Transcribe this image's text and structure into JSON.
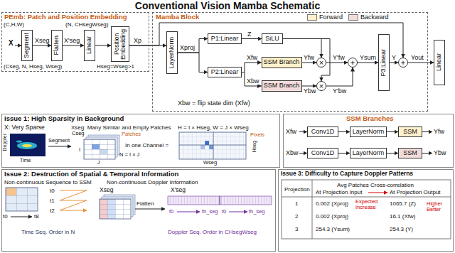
{
  "diagram": {
    "title": "Conventional Vision Mamba Schematic",
    "nodes": [
      {
        "text": [
          "PEmb: Patch and Position Embedding"
        ]
      },
      {
        "text": [
          "Segment"
        ],
        "in": 0
      },
      {
        "text": [
          "Flatten"
        ],
        "in": 0
      },
      {
        "text": [
          "Linear"
        ],
        "in": 0
      },
      {
        "text": [
          "Position Embedding"
        ],
        "in": 0
      },
      {
        "text": [
          "Mamba Block"
        ]
      },
      {
        "text": [
          "LayerNorm"
        ],
        "in": 5
      },
      {
        "text": [
          "P1:Linear"
        ],
        "in": 5
      },
      {
        "text": [
          "SiLU"
        ],
        "in": 5
      },
      {
        "text": [
          "P2:Linear"
        ],
        "in": 5
      },
      {
        "text": [
          "SSM Branch"
        ],
        "in": 5
      },
      {
        "text": [
          "SSM Branch"
        ],
        "in": 5
      },
      {
        "text": [
          "×"
        ],
        "in": 5
      },
      {
        "text": [
          "×"
        ],
        "in": 5
      },
      {
        "text": [
          "+"
        ],
        "in": 5
      },
      {
        "text": [
          "P3:Linear"
        ],
        "in": 5
      },
      {
        "text": [
          "+"
        ],
        "in": 5
      },
      {
        "text": [
          "Linear"
        ]
      },
      {
        "text": [
          "Issue 1: High Sparsity in Background"
        ]
      },
      {
        "text": [
          "SSM Branches"
        ]
      },
      {
        "text": [
          "Conv1D"
        ],
        "in": 19
      },
      {
        "text": [
          "LayerNorm"
        ],
        "in": 19
      },
      {
        "text": [
          "SSM"
        ],
        "in": 19
      },
      {
        "text": [
          "Conv1D"
        ],
        "in": 19
      },
      {
        "text": [
          "LayerNorm"
        ],
        "in": 19
      },
      {
        "text": [
          "SSM"
        ],
        "in": 19
      },
      {
        "text": [
          "Issue 2: Destruction of Spatial & Temporal Information"
        ]
      },
      {
        "text": [
          "Issue 3: Difficulty to Capture Doppler Patterns"
        ]
      }
    ],
    "edges": [
      {
        "from": 1,
        "to": 2,
        "label": "Xseg",
        "arrow": "to"
      },
      {
        "from": 2,
        "to": 3,
        "label": "X'seg",
        "arrow": "to"
      },
      {
        "from": 3,
        "to": 4,
        "arrow": "to"
      },
      {
        "from": 4,
        "to": 6,
        "label": "Xp",
        "arrow": "to"
      },
      {
        "from": 6,
        "to": 7,
        "label": "Xproj",
        "arrow": "to"
      },
      {
        "from": 6,
        "to": 9,
        "arrow": "to"
      },
      {
        "from": 7,
        "to": 8,
        "label": "Z",
        "arrow": "to"
      },
      {
        "from": 9,
        "to": 10,
        "label": "Xfw",
        "arrow": "to"
      },
      {
        "from": 9,
        "to": 11,
        "label": "Xbw",
        "arrow": "to"
      },
      {
        "from": 10,
        "to": 12,
        "label": "Yfw",
        "arrow": "to"
      },
      {
        "from": 11,
        "to": 13,
        "label": "Ybw",
        "arrow": "to"
      },
      {
        "from": 8,
        "to": 12,
        "arrow": "to"
      },
      {
        "from": 8,
        "to": 13,
        "arrow": "to"
      },
      {
        "from": 12,
        "to": 14,
        "label": "Y'fw",
        "arrow": "to"
      },
      {
        "from": 13,
        "to": 14,
        "label": "Y'bw",
        "arrow": "to"
      },
      {
        "from": 14,
        "to": 15,
        "label": "Ysum",
        "arrow": "to"
      },
      {
        "from": 15,
        "to": 16,
        "label": "Y",
        "arrow": "to"
      },
      {
        "from": 16,
        "to": 17,
        "label": "Yout",
        "arrow": "to"
      },
      {
        "from": 4,
        "to": 16,
        "arrow": "to"
      },
      {
        "from": 20,
        "to": 21,
        "arrow": "to"
      },
      {
        "from": 21,
        "to": 22,
        "arrow": "to"
      },
      {
        "from": 23,
        "to": 24,
        "arrow": "to"
      },
      {
        "from": 24,
        "to": 25,
        "arrow": "to"
      }
    ],
    "labels": [
      "(C,H,W)",
      "X",
      "(N, CHsegWseg)",
      "(Cseg, N, Hseg, Wseg)",
      "Hseg=Wseg>1",
      "Xbw = flip state dim (Xfw)",
      "Xfw",
      "Yfw",
      "Xbw",
      "Ybw",
      "X: Very Sparse",
      "Doppler",
      "Time",
      "Segment",
      "Xseg: Many Similar and Empty Patches",
      "Patches",
      "Cseg",
      "I",
      "J",
      "N = I × J",
      "In one Channel =",
      "H = I × Hseg, W = J × Wseg",
      "Pixels",
      "Hseg",
      "Wseg",
      "Non-continuous Sequence to SSM",
      "Non-continuous Doppler Information",
      "t0",
      "t8",
      "t0",
      "t1",
      "t2",
      "Time Seq. Order in N",
      "Xseg",
      "Flatten",
      "X'seg",
      "f0",
      "fh_seg",
      "f0",
      "fh_seg",
      "Doppler Seq. Order in CHsegWseg",
      "Avg Patches Cross-correlation",
      "Projection",
      "At Projection Input",
      "At Projection Output",
      "1",
      "0.002 (Xproj)",
      "Expected Increase",
      "1065.7 (Z)",
      "Higher Better",
      "2",
      "0.002 (Xproj)",
      "16.1 (Xfw)",
      "3",
      "254.3 (Ysum)",
      "254.3 (Y)"
    ],
    "legend": [
      {
        "text": "Forward",
        "color": "#fff2cc"
      },
      {
        "text": "Backward",
        "color": "#f2dcdb"
      }
    ]
  }
}
